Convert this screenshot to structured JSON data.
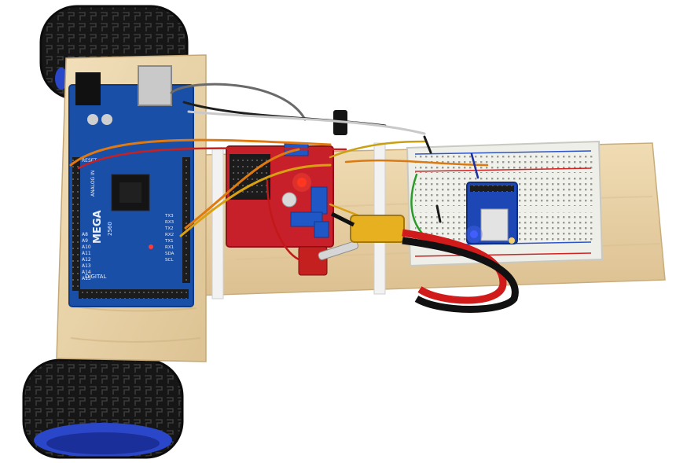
{
  "scene": {
    "subject": "robot-car-prototype",
    "board_marking_model": "MEGA",
    "board_marking_number": "2560",
    "board_marking_digital": "DIGITAL",
    "board_marking_analog": "ANALOG IN",
    "board_marking_reset": "RESET",
    "board_marking_pins": [
      "A8",
      "A9",
      "A10",
      "A11",
      "A12",
      "A13",
      "A14",
      "A15"
    ],
    "board_marking_comm": [
      "TX3",
      "RX3",
      "TX2",
      "RX2",
      "TX1",
      "RX1",
      "SDA",
      "SCL"
    ],
    "colors": {
      "wood": "#e9d3a8",
      "wood_dark": "#d7bc8a",
      "arduino_blue": "#1a4fa8",
      "driver_red": "#c8202a",
      "breadboard": "#eeeeea",
      "xt60_yellow": "#e6b020",
      "wheel_rim_blue": "#2b47c9",
      "tire_black": "#1a1a1a",
      "cable_red": "#d11a1a",
      "cable_black": "#111111"
    }
  }
}
